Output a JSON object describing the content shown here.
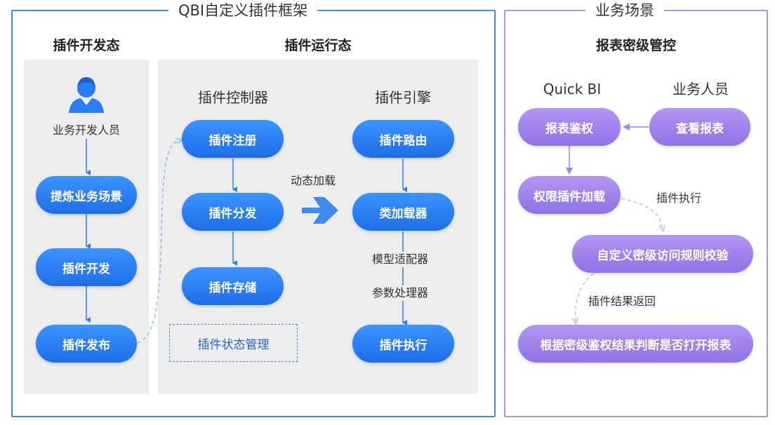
{
  "framework": {
    "title": "QBI自定义插件框架",
    "dev": {
      "title": "插件开发态",
      "role": "业务开发人员",
      "steps": [
        "提炼业务场景",
        "插件开发",
        "插件发布"
      ]
    },
    "runtime": {
      "title": "插件运行态",
      "controller": {
        "title": "插件控制器",
        "steps": [
          "插件注册",
          "插件分发",
          "插件存储"
        ],
        "state_box": "插件状态管理"
      },
      "transfer_label": "动态加载",
      "engine": {
        "title": "插件引擎",
        "steps": [
          "插件路由",
          "类加载器",
          "插件执行"
        ],
        "adapters": [
          "模型适配器",
          "参数处理器"
        ]
      }
    }
  },
  "business": {
    "title": "业务场景",
    "section_title": "报表密级管控",
    "col_quickbi": "Quick BI",
    "col_user": "业务人员",
    "nodes": {
      "auth": "报表鉴权",
      "view": "查看报表",
      "load": "权限插件加载",
      "check": "自定义密级访问规则校验",
      "decide": "根据密级鉴权结果判断是否打开报表"
    },
    "labels": {
      "exec": "插件执行",
      "return": "插件结果返回"
    }
  },
  "colors": {
    "blue_frame": "#3d8ef0",
    "purple_frame": "#a993ec",
    "blue_node": "#2a7ef5",
    "purple_node": "#9e82ec",
    "panel_bg": "#ededed"
  }
}
